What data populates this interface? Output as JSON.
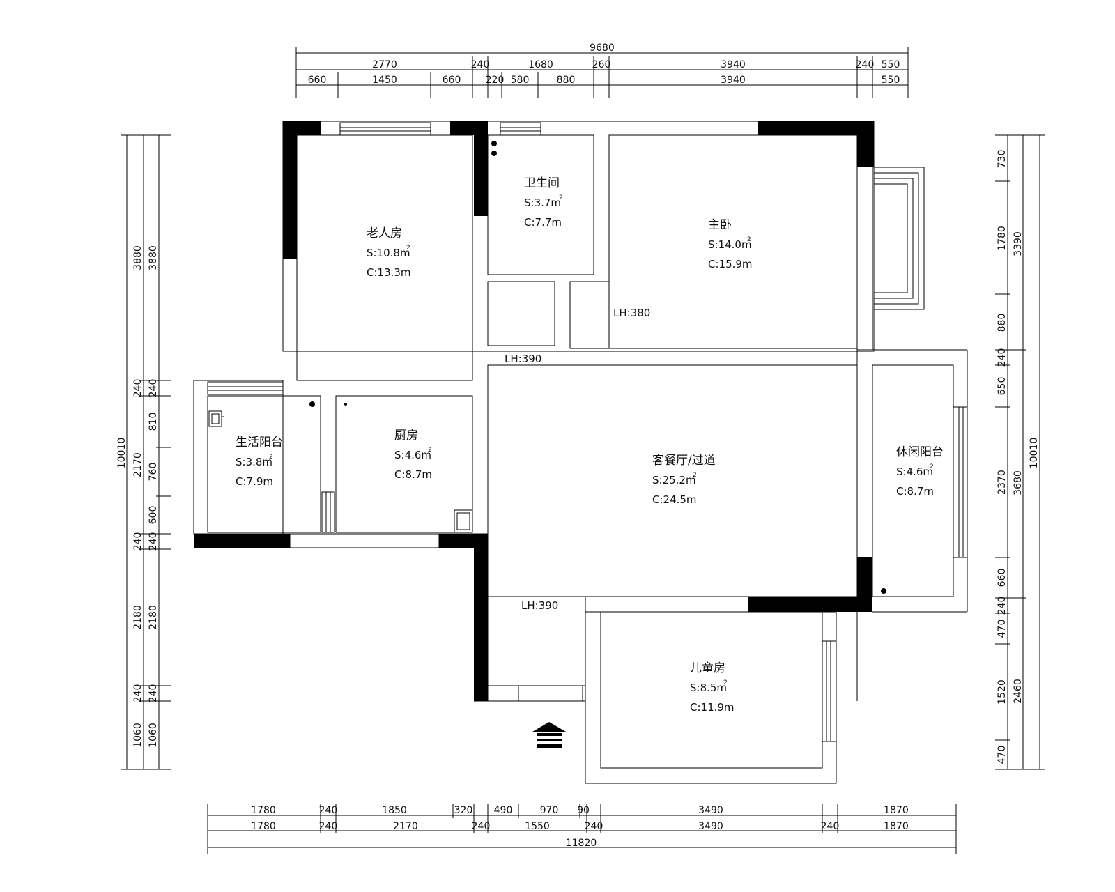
{
  "dimensions": {
    "top_total": "9680",
    "top_row1": [
      "2770",
      "240",
      "1680",
      "260",
      "3940",
      "240",
      "550"
    ],
    "top_row2": [
      "660",
      "1450",
      "660",
      "220",
      "580",
      "880",
      "3940",
      "550"
    ],
    "bottom_row1": [
      "1780",
      "240",
      "1850",
      "320",
      "490",
      "970",
      "90",
      "3490",
      "1870"
    ],
    "bottom_row2": [
      "1780",
      "240",
      "2170",
      "240",
      "1550",
      "240",
      "3490",
      "240",
      "1870"
    ],
    "bottom_total": "11820",
    "left_total": "10010",
    "left_outer": [
      "3880",
      "240",
      "2170",
      "240",
      "2180",
      "240",
      "1060"
    ],
    "left_inner": [
      "3880",
      "240",
      "810",
      "760",
      "600",
      "240",
      "2180",
      "240",
      "1060"
    ],
    "right_total": "10010",
    "right_outer": [
      "3390",
      "3680",
      "2460"
    ],
    "right_inner": [
      "730",
      "1780",
      "880",
      "240",
      "650",
      "2370",
      "660",
      "240",
      "470",
      "1520",
      "470"
    ]
  },
  "rooms": {
    "elder": {
      "name": "老人房",
      "area": "S:10.8m",
      "circ": "C:13.3m"
    },
    "bath": {
      "name": "卫生间",
      "area": "S:3.7m",
      "circ": "C:7.7m"
    },
    "master": {
      "name": "主卧",
      "area": "S:14.0m",
      "circ": "C:15.9m"
    },
    "utility_balcony": {
      "name": "生活阳台",
      "area": "S:3.8m",
      "circ": "C:7.9m"
    },
    "kitchen": {
      "name": "厨房",
      "area": "S:4.6m",
      "circ": "C:8.7m"
    },
    "living": {
      "name": "客餐厅/过道",
      "area": "S:25.2m",
      "circ": "C:24.5m"
    },
    "leisure_balcony": {
      "name": "休闲阳台",
      "area": "S:4.6m",
      "circ": "C:8.7m"
    },
    "kids": {
      "name": "儿童房",
      "area": "S:8.5m",
      "circ": "C:11.9m"
    }
  },
  "area_superscript": "2",
  "labels": {
    "lh_master": "LH:380",
    "lh_hall_top": "LH:390",
    "lh_hall_bottom": "LH:390"
  },
  "icons": [
    "entrance-arrow-icon",
    "drain-dot-icon",
    "water-heater-icon",
    "washer-icon"
  ]
}
